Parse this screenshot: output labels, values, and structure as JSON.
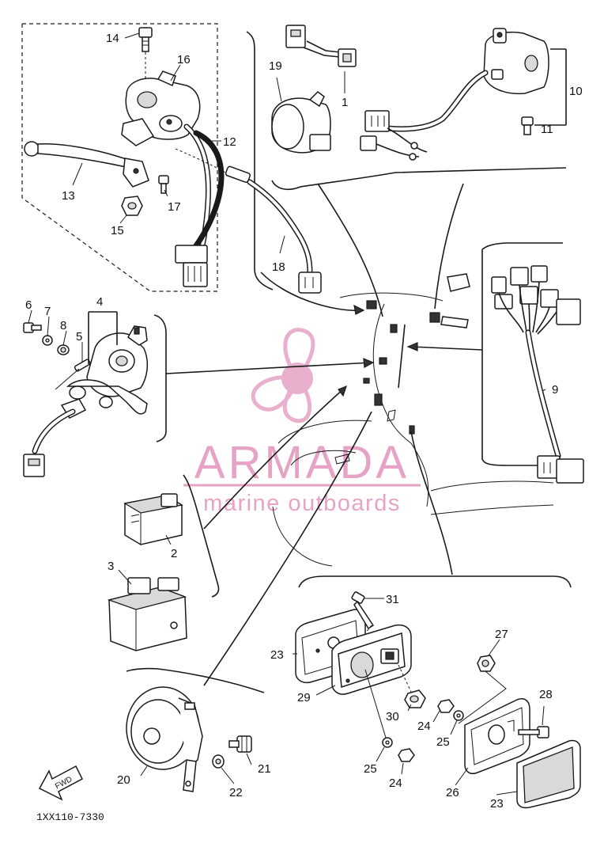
{
  "diagram": {
    "drawing_code": "1XX110-7330",
    "fwd_label": "FWD",
    "watermark": {
      "brand": "ARMADA",
      "tagline": "marine outboards",
      "color": "#e6a3c6"
    },
    "callouts": {
      "p1": "1",
      "p2": "2",
      "p3": "3",
      "p4": "4",
      "p5": "5",
      "p6": "6",
      "p7": "7",
      "p8": "8",
      "p9": "9",
      "p10": "10",
      "p11": "11",
      "p12": "12",
      "p13": "13",
      "p14": "14",
      "p15": "15",
      "p16": "16",
      "p17": "17",
      "p18": "18",
      "p19": "19",
      "p20": "20",
      "p21": "21",
      "p22": "22",
      "p23a": "23",
      "p23b": "23",
      "p24a": "24",
      "p24b": "24",
      "p25a": "25",
      "p25b": "25",
      "p26": "26",
      "p27": "27",
      "p28": "28",
      "p29": "29",
      "p30": "30",
      "p31": "31"
    }
  }
}
